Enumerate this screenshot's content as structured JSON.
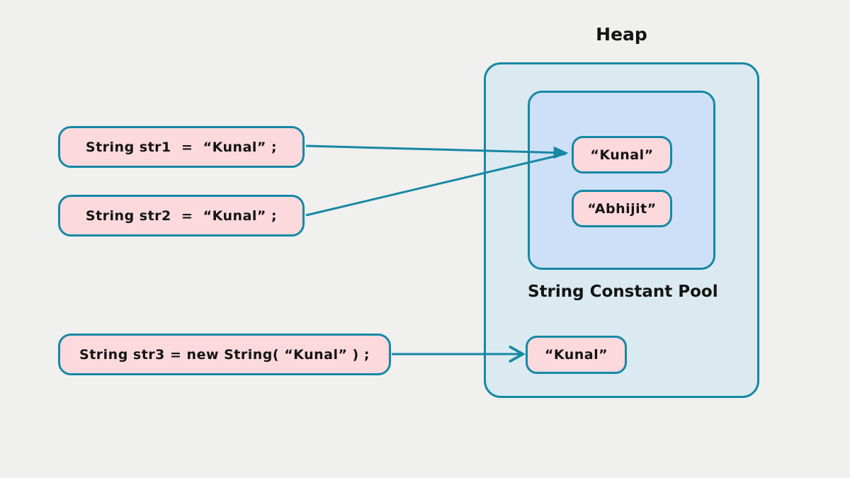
{
  "palette": {
    "background": "#f0f0ee",
    "teal": "#1588a5",
    "heap_fill": "#dbeaf0",
    "pool_fill": "#cee0f7",
    "pink_fill": "#fcd9dd",
    "text": "#141414"
  },
  "heap": {
    "label": "Heap",
    "pool": {
      "label": "String Constant Pool",
      "entries": [
        {
          "label": "“Kunal”"
        },
        {
          "label": "“Abhijit”"
        }
      ]
    },
    "heap_entry": {
      "label": "“Kunal”"
    }
  },
  "code_boxes": [
    {
      "id": "str1",
      "label": "String str1  =  “Kunal” ;"
    },
    {
      "id": "str2",
      "label": "String str2  =  “Kunal” ;"
    },
    {
      "id": "str3",
      "label": "String str3 = new String( “Kunal” ) ;"
    }
  ],
  "connections": [
    {
      "from": "str1",
      "to": "pool-kunal",
      "head": "filled"
    },
    {
      "from": "str2",
      "to": "pool-kunal",
      "head": "shared"
    },
    {
      "from": "str3",
      "to": "heap-kunal",
      "head": "open"
    }
  ]
}
